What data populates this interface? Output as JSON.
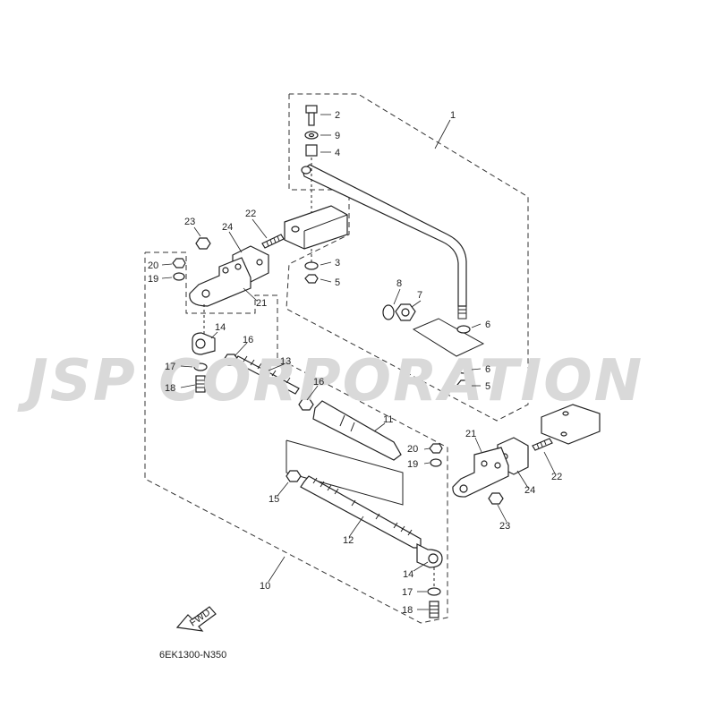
{
  "watermark": "JSP CORPORATION",
  "diagram_code": "6EK1300-N350",
  "fwd_label": "FWD",
  "callouts": [
    {
      "id": "c1",
      "text": "1"
    },
    {
      "id": "c2",
      "text": "2"
    },
    {
      "id": "c9",
      "text": "9"
    },
    {
      "id": "c4",
      "text": "4"
    },
    {
      "id": "c3",
      "text": "3"
    },
    {
      "id": "c5a",
      "text": "5"
    },
    {
      "id": "c8",
      "text": "8"
    },
    {
      "id": "c7",
      "text": "7"
    },
    {
      "id": "c6a",
      "text": "6"
    },
    {
      "id": "c6b",
      "text": "6"
    },
    {
      "id": "c5b",
      "text": "5"
    },
    {
      "id": "c23a",
      "text": "23"
    },
    {
      "id": "c22a",
      "text": "22"
    },
    {
      "id": "c24a",
      "text": "24"
    },
    {
      "id": "c20a",
      "text": "20"
    },
    {
      "id": "c19a",
      "text": "19"
    },
    {
      "id": "c21a",
      "text": "21"
    },
    {
      "id": "c14a",
      "text": "14"
    },
    {
      "id": "c16a",
      "text": "16"
    },
    {
      "id": "c17a",
      "text": "17"
    },
    {
      "id": "c13",
      "text": "13"
    },
    {
      "id": "c18a",
      "text": "18"
    },
    {
      "id": "c16b",
      "text": "16"
    },
    {
      "id": "c11",
      "text": "11"
    },
    {
      "id": "c20b",
      "text": "20"
    },
    {
      "id": "c19b",
      "text": "19"
    },
    {
      "id": "c21b",
      "text": "21"
    },
    {
      "id": "c24b",
      "text": "24"
    },
    {
      "id": "c22b",
      "text": "22"
    },
    {
      "id": "c23b",
      "text": "23"
    },
    {
      "id": "c15",
      "text": "15"
    },
    {
      "id": "c12",
      "text": "12"
    },
    {
      "id": "c14b",
      "text": "14"
    },
    {
      "id": "c17b",
      "text": "17"
    },
    {
      "id": "c18b",
      "text": "18"
    },
    {
      "id": "c10",
      "text": "10"
    }
  ]
}
